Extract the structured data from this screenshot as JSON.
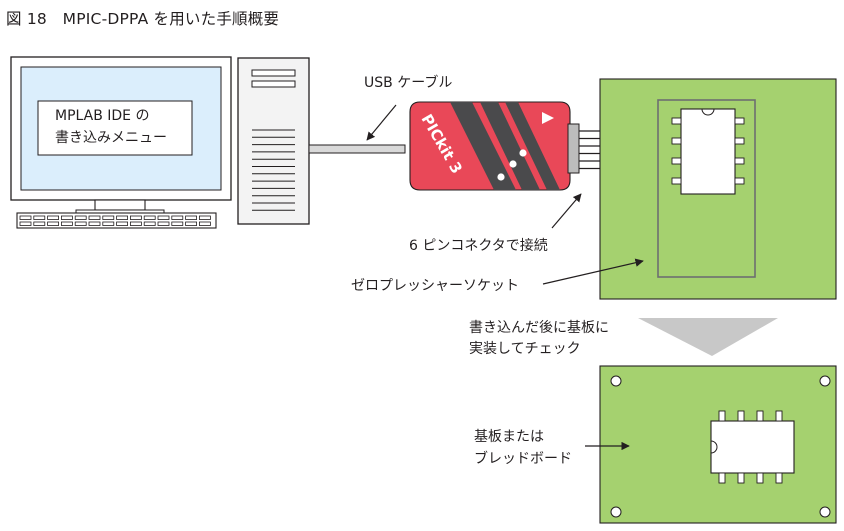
{
  "figure": {
    "title": "図 18　MPIC-DPPA を用いた手順概要"
  },
  "computer": {
    "screen_text": [
      "MPLAB IDE の",
      "書き込みメニュー"
    ]
  },
  "labels": {
    "usb_cable": "USB ケーブル",
    "connector": "6 ピンコネクタで接続",
    "zif_socket": "ゼロプレッシャーソケット",
    "after_write": [
      "書き込んだ後に基板に",
      "実装してチェック"
    ],
    "board": [
      "基板または",
      "ブレッドボード"
    ]
  },
  "programmer": {
    "brand_text": "PICkit 3"
  },
  "colors": {
    "monitor_screen": "#dbeefc",
    "board_green": "#a5d16f",
    "programmer_red": "#e94858",
    "programmer_stripe": "#4a4a4c",
    "tower_gray": "#f3f3f3",
    "arrow_gray": "#c8c8c8",
    "outline": "#231f20"
  }
}
